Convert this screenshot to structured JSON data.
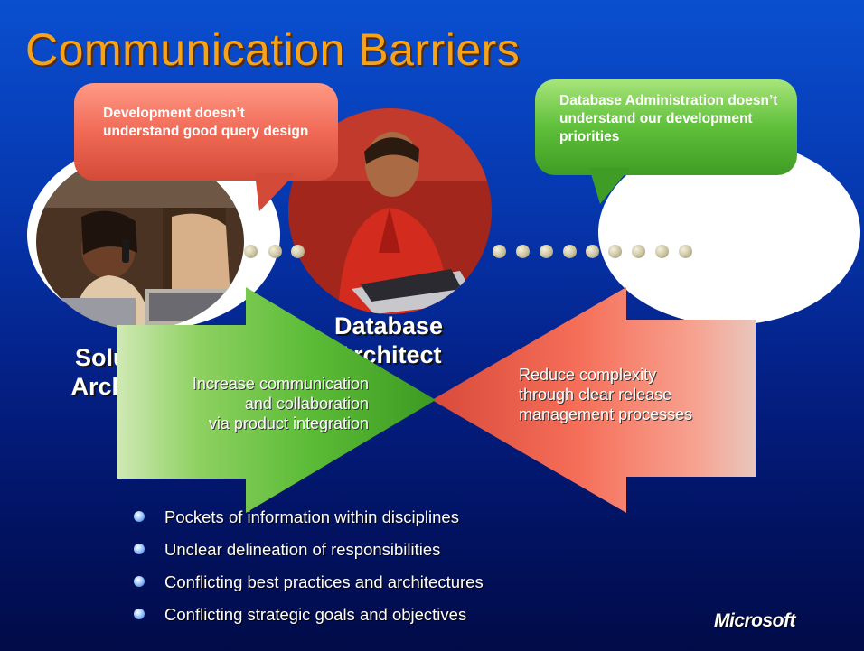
{
  "slide": {
    "title": "Communication Barriers",
    "roles": {
      "left_line1": "Solution",
      "left_line2": "Architect",
      "center_line1": "Database",
      "center_line2": "Architect"
    },
    "bubbles": {
      "left": "Development doesn’t understand good query design",
      "right": "Database Administration doesn’t understand our development priorities"
    },
    "arrows": {
      "green_lines": [
        "Increase communication",
        "and collaboration",
        "via product integration"
      ],
      "red_lines": [
        "Reduce complexity",
        "through clear release",
        "management processes"
      ]
    },
    "bullets": [
      "Pockets of information within disciplines",
      "Unclear delineation of responsibilities",
      "Conflicting best practices and architectures",
      "Conflicting strategic goals and objectives"
    ],
    "logo": "Microsoft",
    "colors": {
      "title": "#f5a31a",
      "background_top": "#0a4fd0",
      "background_bottom": "#010b48",
      "bubble_red": "#f06a56",
      "bubble_green": "#5fbf3a",
      "arrow_green": "#6cc13f",
      "arrow_red": "#f26a55"
    },
    "icons": [
      "bullet-icon",
      "microsoft-logo"
    ]
  }
}
